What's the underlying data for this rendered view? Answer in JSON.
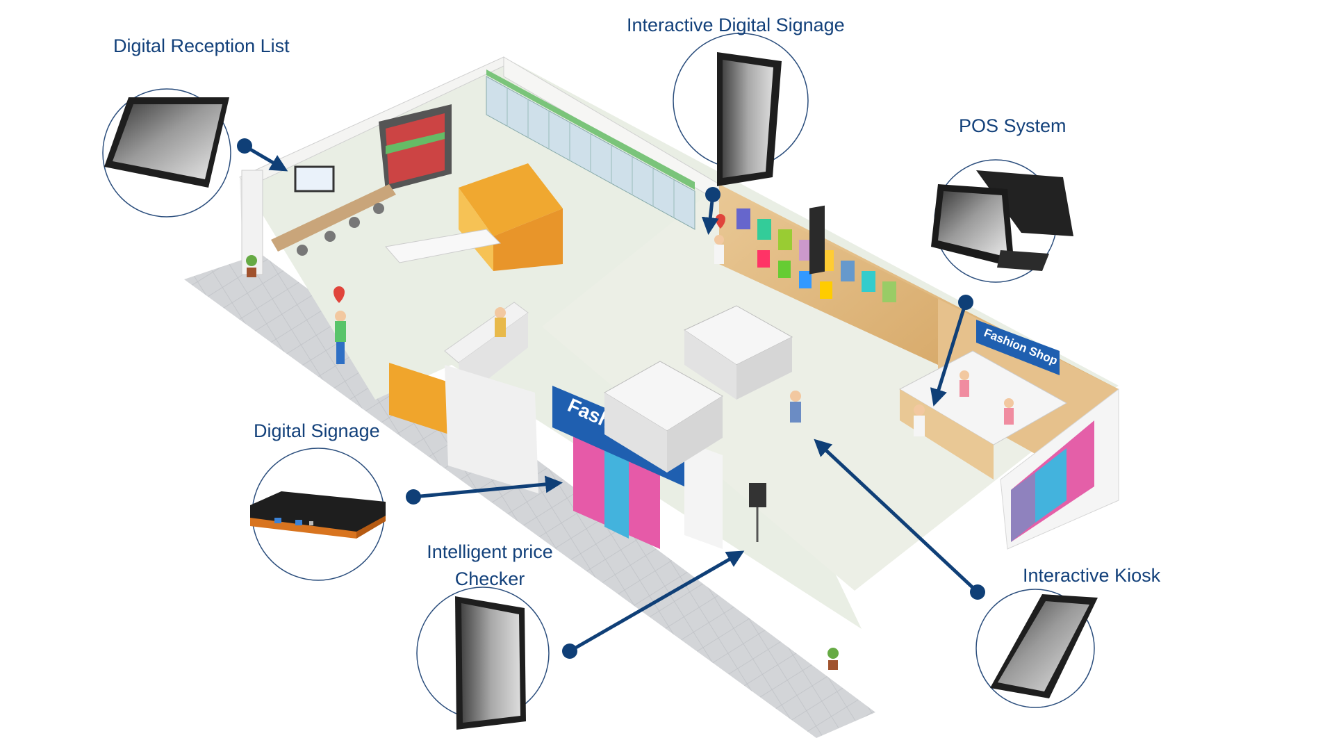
{
  "labels": {
    "digital_reception_list": "Digital Reception List",
    "interactive_digital_signage": "Interactive Digital Signage",
    "pos_system": "POS System",
    "digital_signage": "Digital Signage",
    "intelligent_price_checker_line1": "Intelligent price",
    "intelligent_price_checker_line2": "Checker",
    "interactive_kiosk": "Interactive Kiosk"
  },
  "store_signs": {
    "fashion_shop_front": "Fashion Shop",
    "fashion_shop_back": "Fashion Shop"
  },
  "colors": {
    "label_text": "#12407a",
    "pointer": "#0f3f77",
    "circle_outline": "#2a4d7c",
    "sign_blue": "#1f5fb0",
    "floor": "#e9eee4",
    "sidewalk": "#d4d6d9"
  }
}
